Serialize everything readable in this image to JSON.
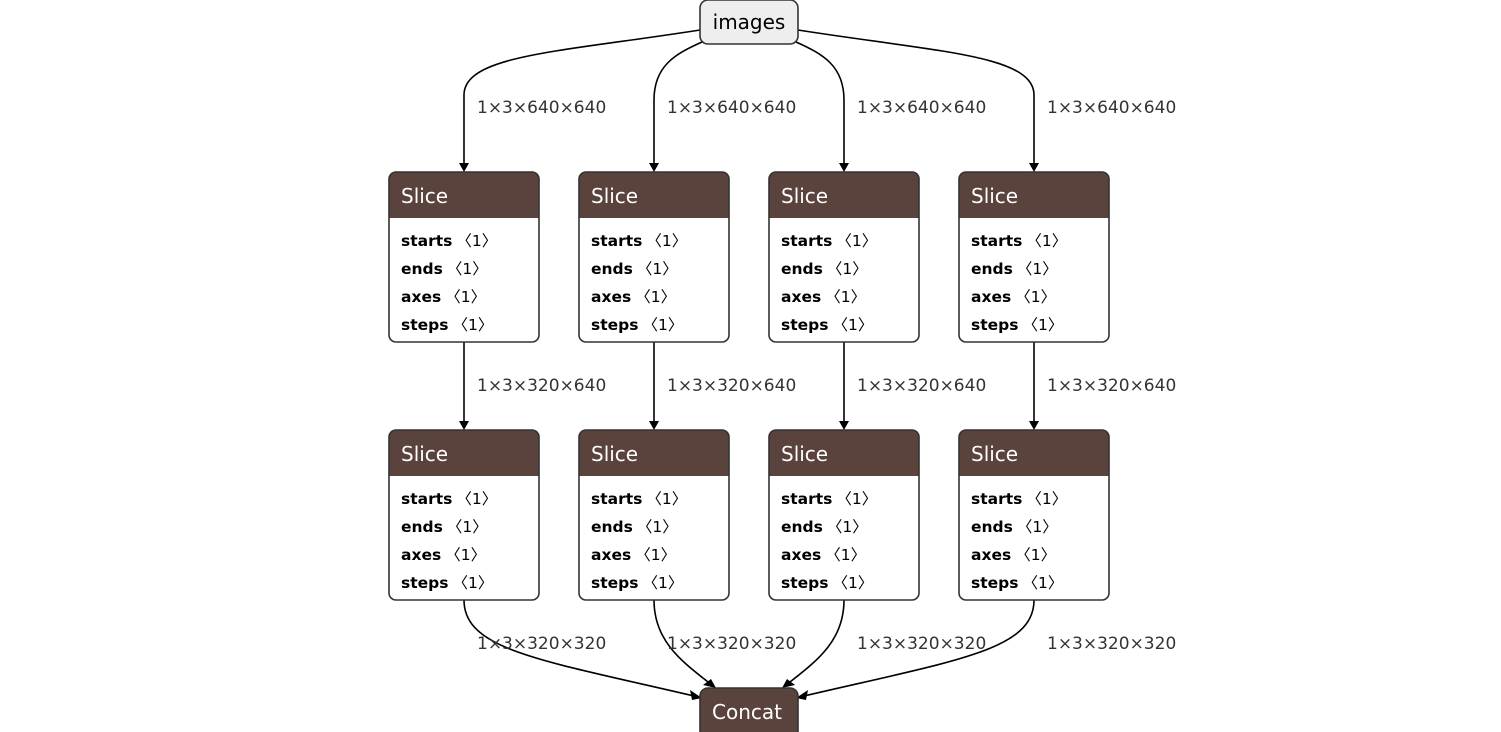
{
  "input_node": {
    "label": "images"
  },
  "output_node": {
    "label": "Concat"
  },
  "slice_nodes": [
    {
      "title": "Slice",
      "attributes": [
        {
          "name": "starts",
          "value": "〈1〉"
        },
        {
          "name": "ends",
          "value": "〈1〉"
        },
        {
          "name": "axes",
          "value": "〈1〉"
        },
        {
          "name": "steps",
          "value": "〈1〉"
        }
      ]
    },
    {
      "title": "Slice",
      "attributes": [
        {
          "name": "starts",
          "value": "〈1〉"
        },
        {
          "name": "ends",
          "value": "〈1〉"
        },
        {
          "name": "axes",
          "value": "〈1〉"
        },
        {
          "name": "steps",
          "value": "〈1〉"
        }
      ]
    },
    {
      "title": "Slice",
      "attributes": [
        {
          "name": "starts",
          "value": "〈1〉"
        },
        {
          "name": "ends",
          "value": "〈1〉"
        },
        {
          "name": "axes",
          "value": "〈1〉"
        },
        {
          "name": "steps",
          "value": "〈1〉"
        }
      ]
    },
    {
      "title": "Slice",
      "attributes": [
        {
          "name": "starts",
          "value": "〈1〉"
        },
        {
          "name": "ends",
          "value": "〈1〉"
        },
        {
          "name": "axes",
          "value": "〈1〉"
        },
        {
          "name": "steps",
          "value": "〈1〉"
        }
      ]
    },
    {
      "title": "Slice",
      "attributes": [
        {
          "name": "starts",
          "value": "〈1〉"
        },
        {
          "name": "ends",
          "value": "〈1〉"
        },
        {
          "name": "axes",
          "value": "〈1〉"
        },
        {
          "name": "steps",
          "value": "〈1〉"
        }
      ]
    },
    {
      "title": "Slice",
      "attributes": [
        {
          "name": "starts",
          "value": "〈1〉"
        },
        {
          "name": "ends",
          "value": "〈1〉"
        },
        {
          "name": "axes",
          "value": "〈1〉"
        },
        {
          "name": "steps",
          "value": "〈1〉"
        }
      ]
    },
    {
      "title": "Slice",
      "attributes": [
        {
          "name": "starts",
          "value": "〈1〉"
        },
        {
          "name": "ends",
          "value": "〈1〉"
        },
        {
          "name": "axes",
          "value": "〈1〉"
        },
        {
          "name": "steps",
          "value": "〈1〉"
        }
      ]
    },
    {
      "title": "Slice",
      "attributes": [
        {
          "name": "starts",
          "value": "〈1〉"
        },
        {
          "name": "ends",
          "value": "〈1〉"
        },
        {
          "name": "axes",
          "value": "〈1〉"
        },
        {
          "name": "steps",
          "value": "〈1〉"
        }
      ]
    }
  ],
  "edges": {
    "input_to_first": [
      "1×3×640×640",
      "1×3×640×640",
      "1×3×640×640",
      "1×3×640×640"
    ],
    "first_to_second": [
      "1×3×320×640",
      "1×3×320×640",
      "1×3×320×640",
      "1×3×320×640"
    ],
    "second_to_concat": [
      "1×3×320×320",
      "1×3×320×320",
      "1×3×320×320",
      "1×3×320×320"
    ]
  },
  "colors": {
    "node_header": "#5a433d",
    "node_border": "#333333",
    "input_fill": "#eeeeee",
    "edge": "#000000"
  }
}
